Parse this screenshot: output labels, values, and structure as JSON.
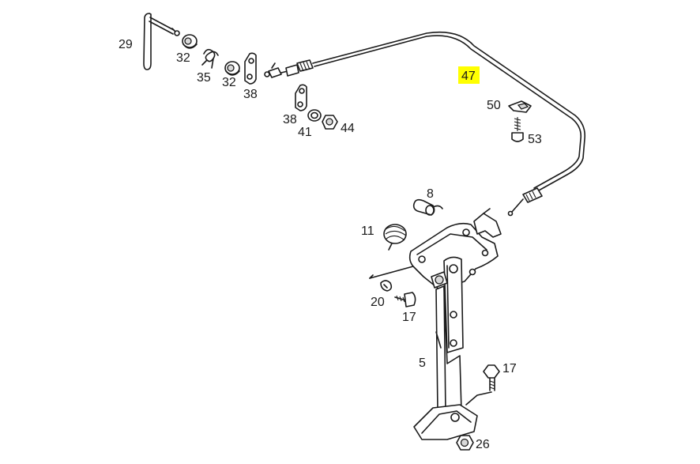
{
  "diagram": {
    "highlight_color": "#ffff00",
    "labels": {
      "l29": "29",
      "l32a": "32",
      "l35": "35",
      "l32b": "32",
      "l38a": "38",
      "l38b": "38",
      "l41": "41",
      "l44": "44",
      "l47": "47",
      "l50": "50",
      "l53": "53",
      "l8": "8",
      "l11": "11",
      "l20": "20",
      "l17a": "17",
      "l5": "5",
      "l17b": "17",
      "l26": "26"
    }
  }
}
